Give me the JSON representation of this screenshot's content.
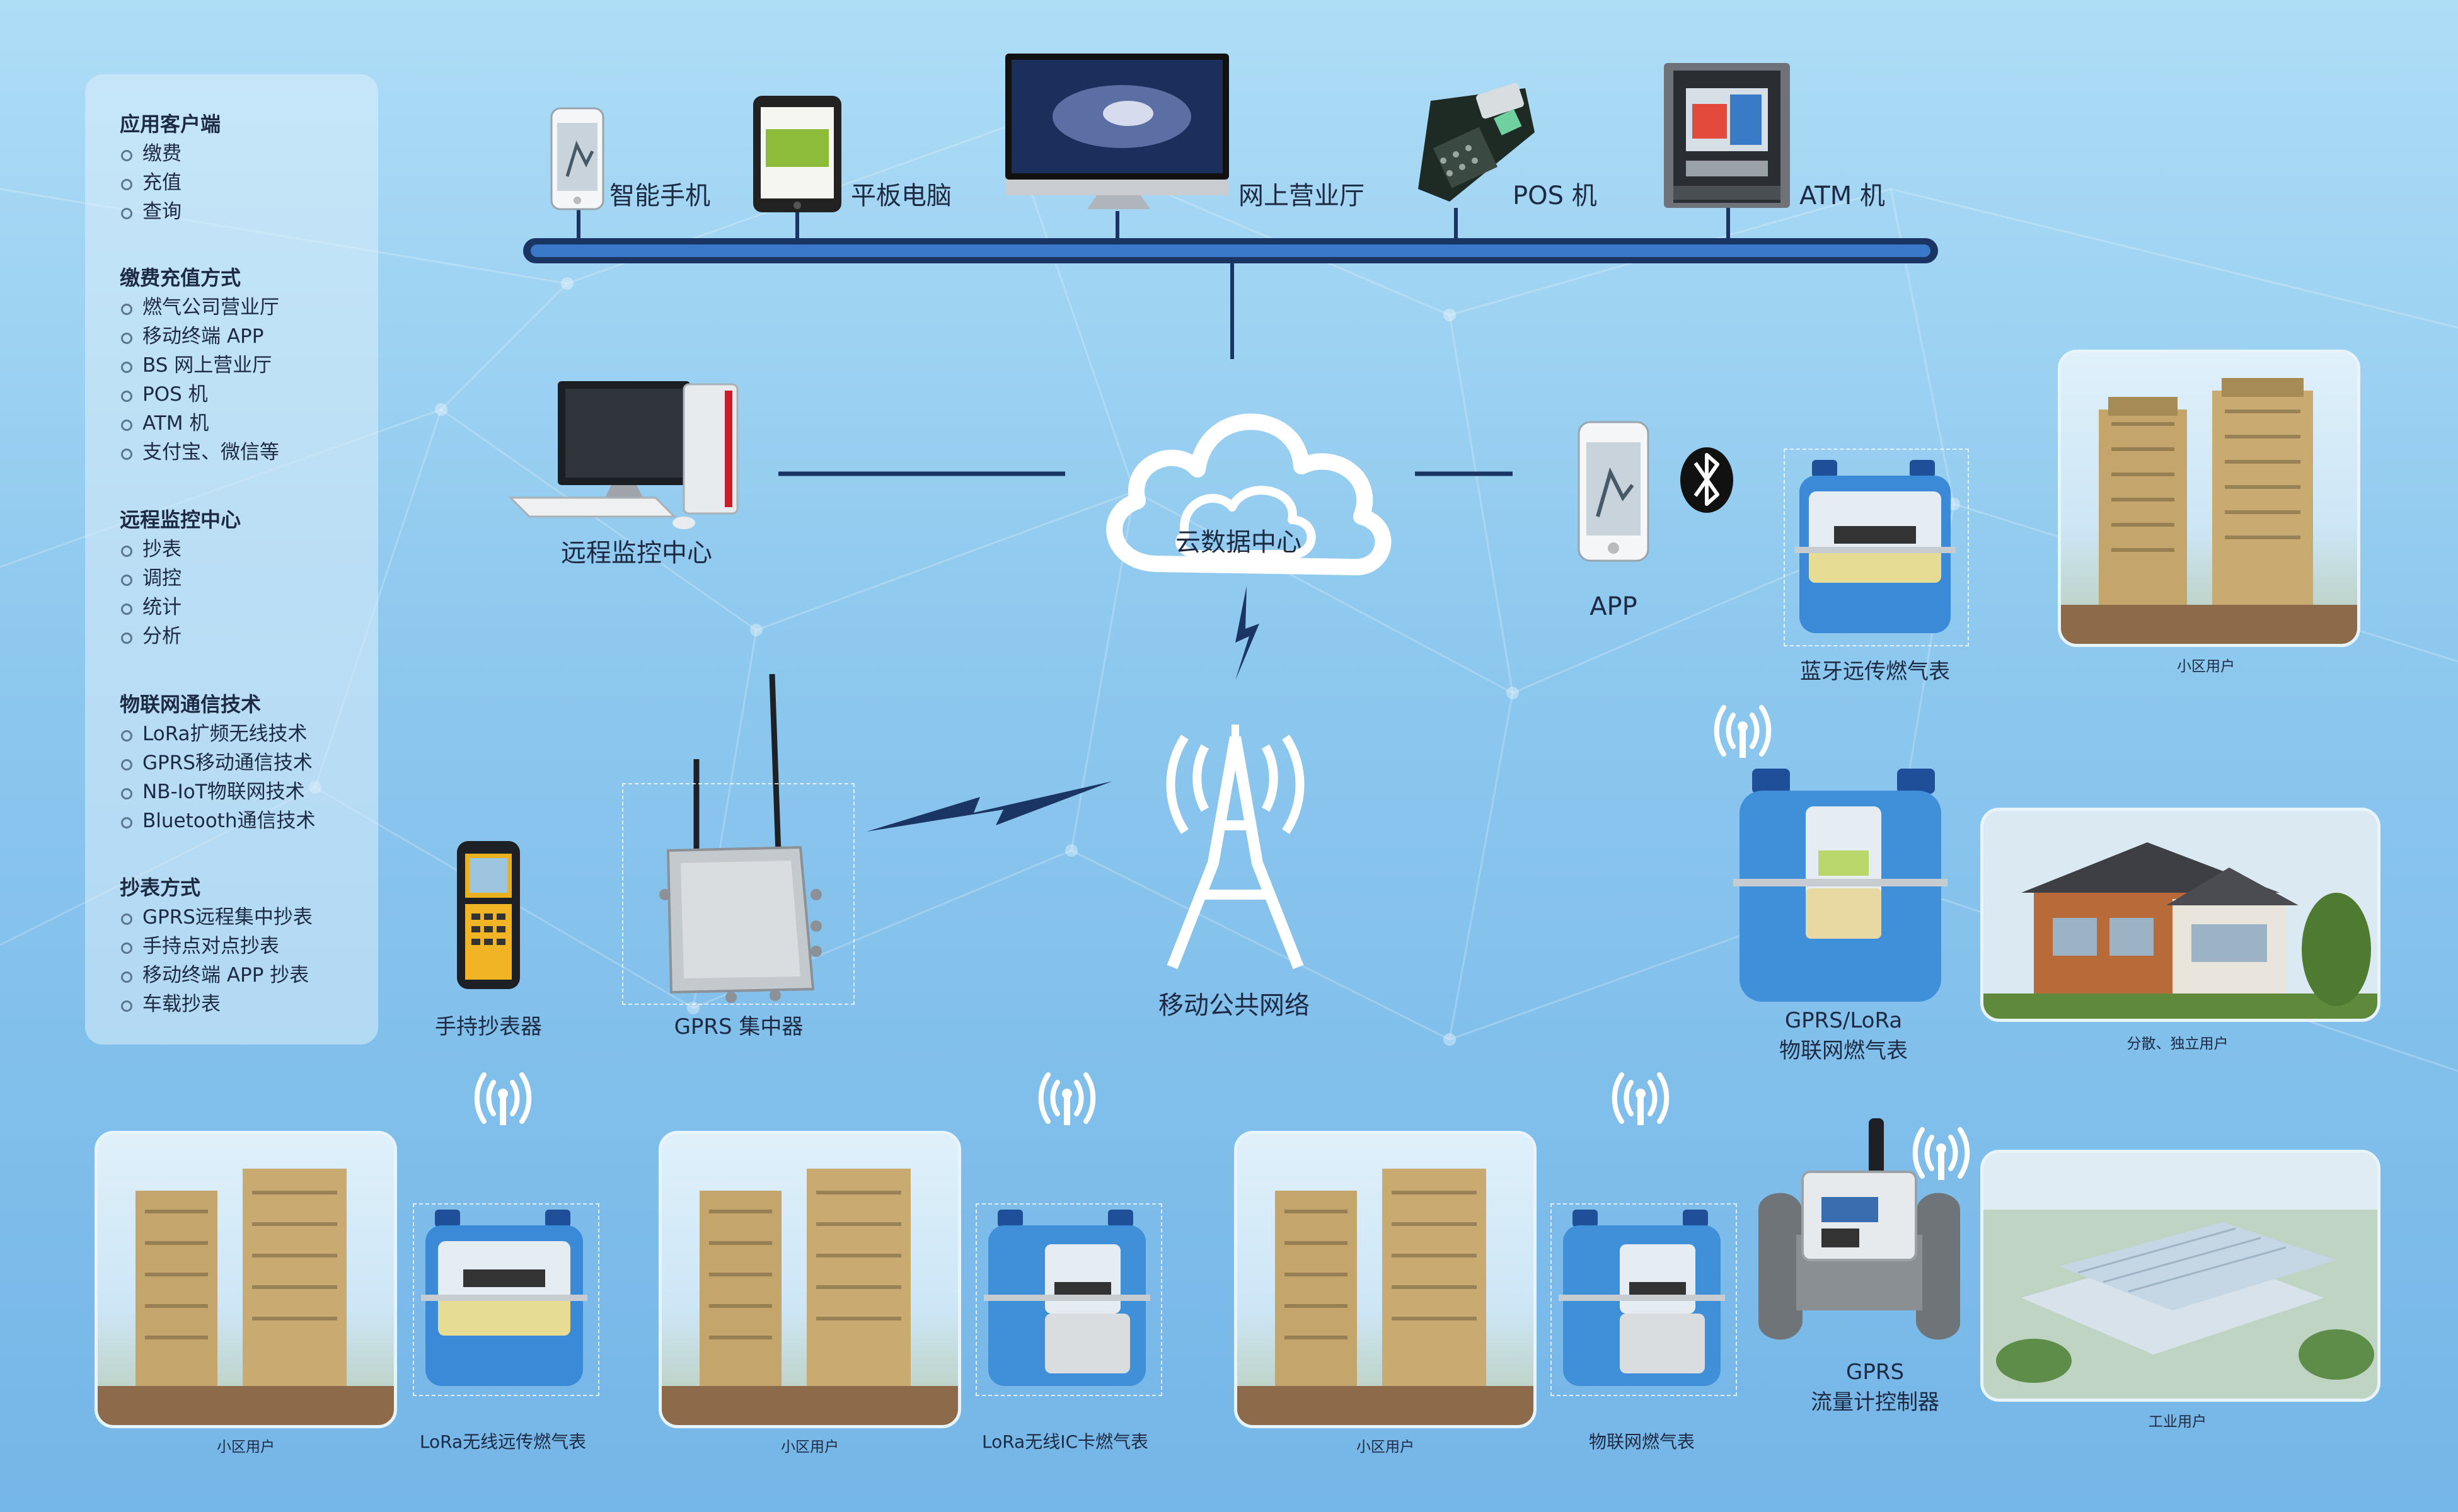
{
  "panel": {
    "sections": [
      {
        "title": "应用客户端",
        "items": [
          "缴费",
          "充值",
          "查询"
        ]
      },
      {
        "title": "缴费充值方式",
        "items": [
          "燃气公司营业厅",
          "移动终端 APP",
          "BS 网上营业厅",
          "POS 机",
          "ATM 机",
          "支付宝、微信等"
        ]
      },
      {
        "title": "远程监控中心",
        "items": [
          "抄表",
          "调控",
          "统计",
          "分析"
        ]
      },
      {
        "title": "物联网通信技术",
        "items": [
          "LoRa扩频无线技术",
          "GPRS移动通信技术",
          "NB-IoT物联网技术",
          "Bluetooth通信技术"
        ]
      },
      {
        "title": "抄表方式",
        "items": [
          "GPRS远程集中抄表",
          "手持点对点抄表",
          "移动终端 APP 抄表",
          "车载抄表"
        ]
      }
    ]
  },
  "devices": {
    "smartphone": "智能手机",
    "tablet": "平板电脑",
    "online_hall": "网上营业厅",
    "pos": "POS 机",
    "atm": "ATM 机"
  },
  "cloud": "云数据中心",
  "monitor_center": "远程监控中心",
  "app": "APP",
  "bt_meter": "蓝牙远传燃气表",
  "mobile_network": "移动公共网络",
  "handheld": "手持抄表器",
  "concentrator": "GPRS 集中器",
  "iot_meter_right": {
    "line1": "GPRS/LoRa",
    "line2": "物联网燃气表"
  },
  "flow_controller": {
    "line1": "GPRS",
    "line2": "流量计控制器"
  },
  "photos": {
    "community": "小区用户",
    "villa": "分散、独立用户",
    "industrial": "工业用户"
  },
  "bottom_meters": [
    "LoRa无线远传燃气表",
    "LoRa无线IC卡燃气表",
    "物联网燃气表"
  ],
  "colors": {
    "navy": "#1a3463",
    "bus": "#2f5fa8",
    "meter_blue": "#2f7fd0",
    "bg": "#8cc7ee"
  }
}
